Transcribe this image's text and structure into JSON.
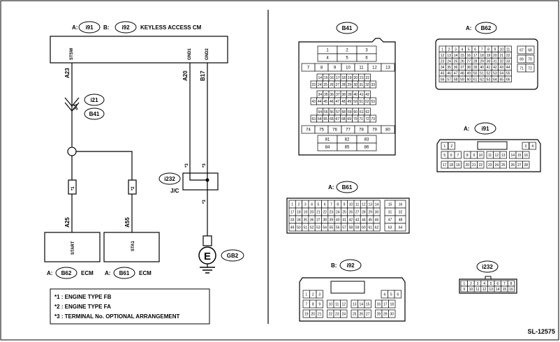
{
  "header": {
    "a_prefix": "A:",
    "a_ref": "i91",
    "b_prefix": "B:",
    "b_ref": "i92",
    "title": "KEYLESS ACCESS CM"
  },
  "module": {
    "pin_stsw": "STSW",
    "pin_gnd1": "GND1",
    "pin_gnd2": "GND2"
  },
  "wires": {
    "a23": "A23",
    "a20": "A20",
    "b17": "B17",
    "inline_pin": "34",
    "inline_ref1": "i21",
    "inline_ref2": "B41",
    "a25": "A25",
    "a55": "A55",
    "star1": "*1",
    "star2": "*2",
    "star3": "*3"
  },
  "jc": {
    "ref": "i232",
    "label": "J/C"
  },
  "ecm_left": {
    "pin": "START",
    "prefix": "A:",
    "ref": "B62",
    "label": "ECM"
  },
  "ecm_right": {
    "pin": "STA1",
    "prefix": "A:",
    "ref": "B61",
    "label": "ECM"
  },
  "ground": {
    "symbol": "E",
    "ref": "GB2"
  },
  "notes": [
    "*1 : ENGINE TYPE FB",
    "*2 : ENGINE TYPE FA",
    "*3 : TERMINAL No. OPTIONAL ARRANGEMENT"
  ],
  "connectors": {
    "b41": {
      "ref": "B41",
      "rows": [
        [
          "1",
          "2",
          "3"
        ],
        [
          "4",
          "5",
          "6"
        ],
        [
          "7",
          "8",
          "9",
          "10",
          "11",
          "12",
          "13"
        ],
        [
          "14",
          "15",
          "16",
          "17",
          "18",
          "19",
          "20",
          "21",
          "22"
        ],
        [
          "23",
          "24",
          "25",
          "26",
          "27",
          "28",
          "29",
          "30",
          "31",
          "32",
          "33"
        ],
        [
          "34",
          "35",
          "36",
          "37",
          "38",
          "39",
          "40",
          "41",
          "42"
        ],
        [
          "43",
          "44",
          "45",
          "46",
          "47",
          "48",
          "49",
          "50",
          "51",
          "52",
          "53"
        ],
        [
          "54",
          "55",
          "56",
          "57",
          "58",
          "59",
          "60",
          "61",
          "62"
        ],
        [
          "63",
          "64",
          "65",
          "66",
          "67",
          "68",
          "69",
          "70",
          "71",
          "72",
          "73"
        ],
        [
          "74",
          "75",
          "76",
          "77",
          "78",
          "79",
          "80"
        ],
        [
          "81",
          "82",
          "83"
        ],
        [
          "84",
          "85",
          "86"
        ]
      ]
    },
    "b62": {
      "prefix": "A:",
      "ref": "B62",
      "rows": [
        [
          "1",
          "2",
          "3",
          "4",
          "5",
          "6",
          "7",
          "8",
          "9",
          "10",
          "11"
        ],
        [
          "12",
          "13",
          "14",
          "15",
          "16",
          "17",
          "18",
          "19",
          "20",
          "21",
          "22"
        ],
        [
          "23",
          "24",
          "25",
          "26",
          "27",
          "28",
          "29",
          "30",
          "31",
          "32",
          "33"
        ],
        [
          "34",
          "35",
          "36",
          "37",
          "38",
          "39",
          "40",
          "41",
          "42",
          "43",
          "44"
        ],
        [
          "45",
          "46",
          "47",
          "48",
          "49",
          "50",
          "51",
          "52",
          "53",
          "54",
          "55"
        ],
        [
          "56",
          "57",
          "58",
          "59",
          "60",
          "61",
          "62",
          "63",
          "64",
          "65",
          "66"
        ]
      ],
      "side": [
        [
          "67",
          "68"
        ],
        [
          "69",
          "70"
        ],
        [
          "71",
          "72"
        ]
      ]
    },
    "i91": {
      "prefix": "A:",
      "ref": "i91",
      "rows": [
        [
          "1",
          "2",
          "",
          "3",
          "4"
        ],
        [
          "5",
          "6",
          "7",
          "8",
          "9",
          "10",
          "11",
          "12",
          "13",
          "14",
          "15",
          "16"
        ],
        [
          "17",
          "18",
          "19",
          "20",
          "21",
          "22",
          "23",
          "24",
          "25",
          "26",
          "27",
          "28"
        ]
      ]
    },
    "b61": {
      "prefix": "A:",
      "ref": "B61",
      "rows": [
        [
          "1",
          "2",
          "3",
          "4",
          "5",
          "6",
          "7",
          "8",
          "9",
          "10",
          "11",
          "12",
          "13",
          "14"
        ],
        [
          "17",
          "18",
          "19",
          "20",
          "21",
          "22",
          "23",
          "24",
          "25",
          "26",
          "27",
          "28",
          "29",
          "30"
        ],
        [
          "33",
          "34",
          "35",
          "36",
          "37",
          "38",
          "39",
          "40",
          "41",
          "42",
          "43",
          "44",
          "45",
          "46"
        ],
        [
          "49",
          "50",
          "51",
          "52",
          "53",
          "54",
          "55",
          "56",
          "57",
          "58",
          "59",
          "60",
          "61",
          "62"
        ]
      ],
      "side": [
        [
          "15",
          "16"
        ],
        [
          "31",
          "32"
        ],
        [
          "47",
          "48"
        ],
        [
          "63",
          "64"
        ]
      ]
    },
    "i92": {
      "prefix": "B:",
      "ref": "i92",
      "rows": [
        [
          "1",
          "2",
          "3",
          "",
          "4",
          "5",
          "6"
        ],
        [
          "7",
          "8",
          "9",
          "10",
          "11",
          "12",
          "13",
          "14",
          "15",
          "16",
          "17",
          "18"
        ],
        [
          "19",
          "20",
          "21",
          "22",
          "23",
          "24",
          "25",
          "26",
          "27",
          "28",
          "29",
          "30"
        ]
      ]
    },
    "i232": {
      "ref": "i232",
      "rows": [
        [
          "1",
          "2",
          "3",
          "4",
          "5",
          "6",
          "7",
          "8"
        ],
        [
          "9",
          "10",
          "11",
          "12",
          "13",
          "14",
          "15",
          "16"
        ]
      ]
    }
  },
  "code": "SL-12575"
}
